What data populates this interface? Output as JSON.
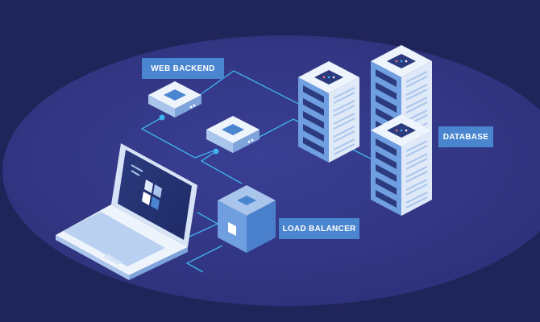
{
  "labels": {
    "web_backend": "WEB BACKEND",
    "load_balancer": "LOAD BALANCER",
    "database": "DATABASE"
  },
  "colors": {
    "background": "#1f2459",
    "ellipse": "#33378a",
    "connector": "#3fb4ee",
    "label_bg": "#4a86cf",
    "server_body": "#6f9fe0",
    "server_panel": "#dfe9f8",
    "device_top": "#eef4fc"
  },
  "icons": [
    "laptop-icon",
    "web-backend-node-icon",
    "router-node-icon",
    "load-balancer-cube-icon",
    "database-server-icon"
  ]
}
